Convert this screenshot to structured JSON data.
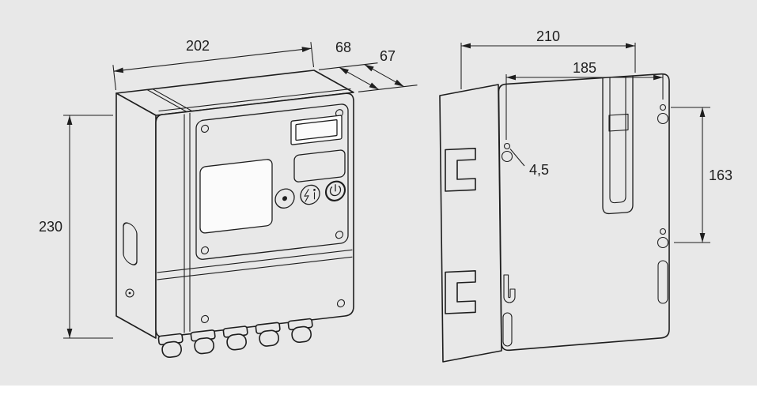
{
  "colors": {
    "background": "#e8e8e8",
    "line": "#1e1e1e",
    "panel_fill": "#fbfbfb",
    "paper": "#ffffff"
  },
  "drawing": {
    "front_view": {
      "dim_width": "202",
      "dim_depth_with_cover": "68",
      "dim_depth_housing": "67",
      "dim_height": "230"
    },
    "rear_view": {
      "dim_width": "210",
      "dim_holes_horizontal": "185",
      "dim_hole_diameter": "4,5",
      "dim_holes_vertical": "163"
    },
    "icons": {
      "reset_button": "dot-icon",
      "info_button": "flash-info-icon",
      "power_button": "power-icon"
    }
  }
}
